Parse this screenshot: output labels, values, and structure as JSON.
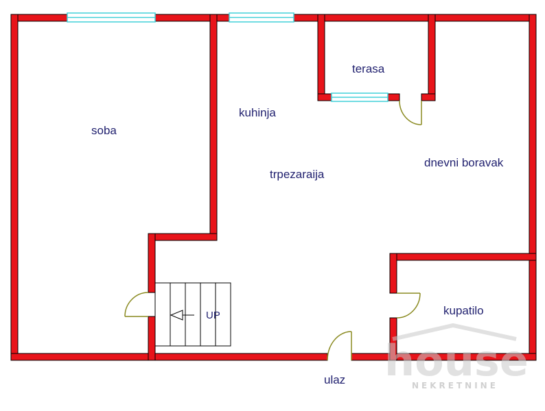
{
  "rooms": {
    "soba": "soba",
    "kuhinja": "kuhinja",
    "trpezarija": "trpezaraija",
    "terasa": "terasa",
    "dnevni_boravak": "dnevni boravak",
    "kupatilo": "kupatilo",
    "ulaz": "ulaz"
  },
  "stairs": {
    "label": "UP"
  },
  "watermark": {
    "brand": "house",
    "tagline": "NEKRETNINE"
  },
  "colors": {
    "wall_fill": "#e8141a",
    "wall_stroke": "#000000",
    "window": "#40d0d8",
    "door": "#8a8a20",
    "label": "#1f1f6e",
    "background": "#ffffff"
  }
}
